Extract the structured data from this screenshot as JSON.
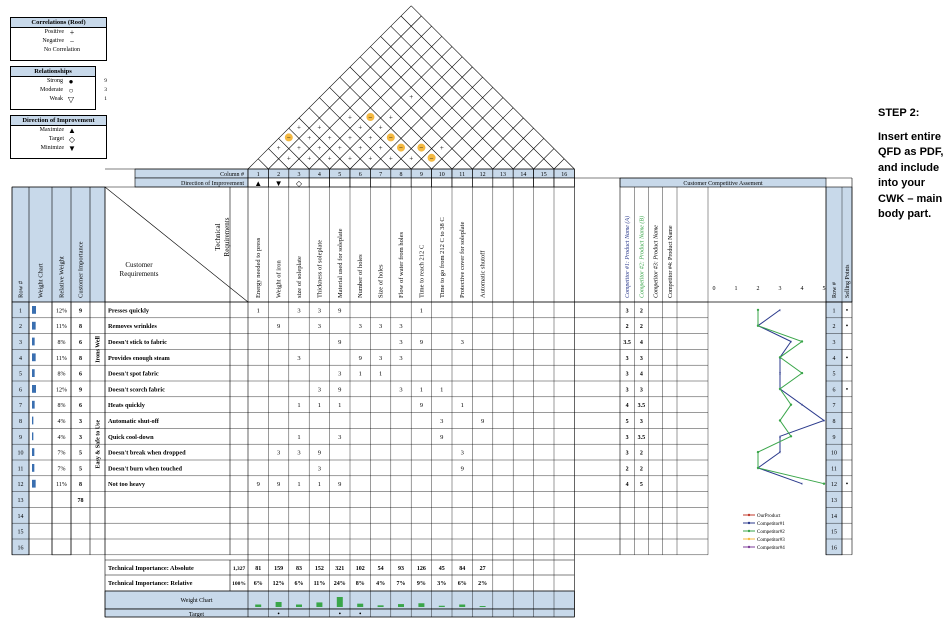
{
  "legends": {
    "correlations": {
      "title": "Correlations (Roof)",
      "rows": [
        {
          "label": "Positive",
          "symbol": "+"
        },
        {
          "label": "Negative",
          "symbol": "−"
        },
        {
          "label": "No Correlation",
          "symbol": ""
        }
      ]
    },
    "relationships": {
      "title": "Relationships",
      "rows": [
        {
          "label": "Strong",
          "symbol": "●",
          "value": "9"
        },
        {
          "label": "Moderate",
          "symbol": "○",
          "value": "3"
        },
        {
          "label": "Weak",
          "symbol": "▽",
          "value": "1"
        }
      ]
    },
    "direction": {
      "title": "Direction of Improvement",
      "rows": [
        {
          "label": "Maximize",
          "symbol": "▲"
        },
        {
          "label": "Target",
          "symbol": "◇"
        },
        {
          "label": "Minimize",
          "symbol": "▼"
        }
      ]
    }
  },
  "header": {
    "column_label": "Column #",
    "direction_label": "Direction of Improvement",
    "columns": [
      "1",
      "2",
      "3",
      "4",
      "5",
      "6",
      "7",
      "8",
      "9",
      "10",
      "11",
      "12",
      "13",
      "14",
      "15",
      "16"
    ],
    "directions": [
      "▲",
      "▼",
      "◇",
      "",
      "",
      "",
      "",
      "",
      "",
      "",
      "",
      "",
      "",
      "",
      "",
      ""
    ],
    "technical_req_label": "Technical Requirements",
    "customer_req_label": "Customer Requirements",
    "requirements": [
      "Energy needed to press",
      "Weight of iron",
      "size of soleplate",
      "Thickness of soleplate",
      "Material used for soleplate",
      "Number of holes",
      "Size of holes",
      "Flow of water from holes",
      "Time to reach 212 C",
      "Time to go from 212 C to 38 C",
      "Protective cover for soleplate",
      "Automatic shutoff",
      "",
      "",
      "",
      ""
    ],
    "left_cols": [
      "Row #",
      "Weight Chart",
      "Relative Weight",
      "Customer Importance"
    ],
    "cca_title": "Customer Competitive Assement",
    "competitors": [
      "Competitor #1: Product Name (A)",
      "Competitor #2: Product Name (B)",
      "Competitor #3: Product Name",
      "Competitor #4: Product Name"
    ],
    "scale": [
      "0",
      "1",
      "2",
      "3",
      "4",
      "5"
    ],
    "right_cols": [
      "Row #",
      "Selling Points"
    ]
  },
  "groups": [
    {
      "label": "Irons Well",
      "rows": [
        1,
        6
      ]
    },
    {
      "label": "Easy & Safe to Use",
      "rows": [
        7,
        12
      ]
    }
  ],
  "rows": [
    {
      "n": "1",
      "rel": "12%",
      "imp": "9",
      "req": "Presses quickly",
      "cells": {
        "1": "1",
        "3": "3",
        "4": "3",
        "5": "9",
        "9": "1"
      },
      "c1": "3",
      "c2": "2",
      "sp": "•"
    },
    {
      "n": "2",
      "rel": "11%",
      "imp": "8",
      "req": "Removes wrinkles",
      "cells": {
        "2": "9",
        "4": "3",
        "6": "3",
        "7": "3",
        "8": "3"
      },
      "c1": "2",
      "c2": "2",
      "sp": "•"
    },
    {
      "n": "3",
      "rel": "8%",
      "imp": "6",
      "req": "Doesn't stick to fabric",
      "cells": {
        "5": "9",
        "8": "3",
        "9": "9",
        "11": "3"
      },
      "c1": "3.5",
      "c2": "4",
      "sp": ""
    },
    {
      "n": "4",
      "rel": "11%",
      "imp": "8",
      "req": "Provides enough steam",
      "cells": {
        "3": "3",
        "6": "9",
        "7": "3",
        "8": "3"
      },
      "c1": "3",
      "c2": "3",
      "sp": "•"
    },
    {
      "n": "5",
      "rel": "8%",
      "imp": "6",
      "req": "Doesn't spot fabric",
      "cells": {
        "5": "3",
        "6": "1",
        "7": "1"
      },
      "c1": "3",
      "c2": "4",
      "sp": ""
    },
    {
      "n": "6",
      "rel": "12%",
      "imp": "9",
      "req": "Doesn't scorch fabric",
      "cells": {
        "4": "3",
        "5": "9",
        "8": "3",
        "9": "1",
        "10": "1"
      },
      "c1": "3",
      "c2": "3",
      "sp": "•"
    },
    {
      "n": "7",
      "rel": "8%",
      "imp": "6",
      "req": "Heats quickly",
      "cells": {
        "3": "1",
        "4": "1",
        "5": "1",
        "9": "9",
        "11": "1"
      },
      "c1": "4",
      "c2": "3.5",
      "sp": ""
    },
    {
      "n": "8",
      "rel": "4%",
      "imp": "3",
      "req": "Automatic shut-off",
      "cells": {
        "10": "3",
        "12": "9"
      },
      "c1": "5",
      "c2": "3",
      "sp": ""
    },
    {
      "n": "9",
      "rel": "4%",
      "imp": "3",
      "req": "Quick cool-down",
      "cells": {
        "3": "1",
        "5": "3",
        "10": "9"
      },
      "c1": "3",
      "c2": "3.5",
      "sp": ""
    },
    {
      "n": "10",
      "rel": "7%",
      "imp": "5",
      "req": "Doesn't break when dropped",
      "cells": {
        "2": "3",
        "3": "3",
        "4": "9",
        "11": "3"
      },
      "c1": "3",
      "c2": "2",
      "sp": ""
    },
    {
      "n": "11",
      "rel": "7%",
      "imp": "5",
      "req": "Doesn't burn when touched",
      "cells": {
        "4": "3",
        "11": "9"
      },
      "c1": "2",
      "c2": "2",
      "sp": ""
    },
    {
      "n": "12",
      "rel": "11%",
      "imp": "8",
      "req": "Not too heavy",
      "cells": {
        "1": "9",
        "2": "9",
        "3": "1",
        "4": "1",
        "5": "9"
      },
      "c1": "4",
      "c2": "5",
      "sp": "•"
    },
    {
      "n": "13",
      "rel": "",
      "imp": "78",
      "req": "",
      "cells": {},
      "c1": "",
      "c2": "",
      "sp": ""
    },
    {
      "n": "14",
      "rel": "",
      "imp": "",
      "req": "",
      "cells": {},
      "c1": "",
      "c2": "",
      "sp": ""
    },
    {
      "n": "15",
      "rel": "",
      "imp": "",
      "req": "",
      "cells": {},
      "c1": "",
      "c2": "",
      "sp": ""
    },
    {
      "n": "16",
      "rel": "",
      "imp": "",
      "req": "",
      "cells": {},
      "c1": "",
      "c2": "",
      "sp": ""
    }
  ],
  "technical": {
    "absolute_label": "Technical Importance: Absolute",
    "absolute_total": "1,327",
    "absolute": [
      "81",
      "159",
      "83",
      "152",
      "321",
      "102",
      "54",
      "93",
      "126",
      "45",
      "84",
      "27",
      "",
      "",
      "",
      ""
    ],
    "relative_label": "Technical Importance: Relative",
    "relative_total": "100%",
    "relative": [
      "6%",
      "12%",
      "6%",
      "11%",
      "24%",
      "8%",
      "4%",
      "7%",
      "9%",
      "3%",
      "6%",
      "2%",
      "",
      "",
      "",
      ""
    ],
    "weight_chart_label": "Weight Chart",
    "target_label": "Target",
    "targets": [
      "",
      "•",
      "",
      "",
      "•",
      "•",
      "",
      "",
      "",
      "",
      "",
      "",
      "",
      "",
      "",
      ""
    ]
  },
  "legend_series": [
    "OurProduct",
    "Competitor#1",
    "Competitor#2",
    "Competitor#3",
    "Competitor#4"
  ],
  "colors": {
    "header_blue": "#c8d9ea",
    "green": "#3aa64a",
    "navy": "#2b3a8c",
    "orange": "#f4b942",
    "red": "#c0392b",
    "purple": "#7d3c98",
    "weight_bar": "#3a6fb0"
  },
  "step": {
    "title": "STEP 2:",
    "body": [
      "Insert entire",
      "QFD as PDF,",
      "and include",
      "into your",
      "CWK – main",
      "body part."
    ]
  },
  "chart_data": {
    "type": "line",
    "title": "",
    "x_range": [
      0,
      5
    ],
    "x_ticks": [
      "0",
      "1",
      "2",
      "3",
      "4",
      "5"
    ],
    "rows": [
      "1",
      "2",
      "3",
      "4",
      "5",
      "6",
      "7",
      "8",
      "9",
      "10",
      "11",
      "12"
    ],
    "series": [
      {
        "name": "Competitor#1",
        "values": [
          3,
          2,
          3.5,
          3,
          3,
          3,
          4,
          5,
          3,
          3,
          2,
          4
        ]
      },
      {
        "name": "Competitor#2",
        "values": [
          2,
          2,
          4,
          3,
          4,
          3,
          3.5,
          3,
          3.5,
          2,
          2,
          5
        ]
      }
    ]
  }
}
